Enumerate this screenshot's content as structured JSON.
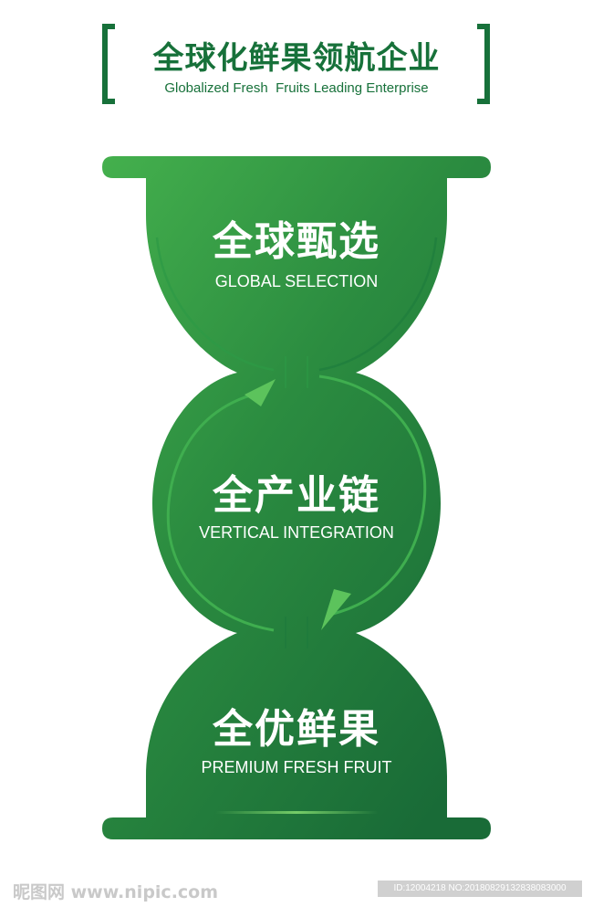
{
  "header": {
    "title": "全球化鲜果领航企业",
    "subtitle": "Globalized Fresh  Fruits Leading Enterprise"
  },
  "sections": [
    {
      "title": "全球甄选",
      "subtitle": "GLOBAL SELECTION"
    },
    {
      "title": "全产业链",
      "subtitle": "VERTICAL INTEGRATION"
    },
    {
      "title": "全优鲜果",
      "subtitle": "PREMIUM FRESH FRUIT"
    }
  ],
  "watermark": {
    "left": "昵图网 www.nipic.com",
    "right": "ID:12004218 NO:20180829132838083000"
  },
  "colors": {
    "primary": "#17713a",
    "gradient_light": "#44b04d",
    "gradient_dark": "#196b37",
    "highlight": "#7fd66d"
  }
}
